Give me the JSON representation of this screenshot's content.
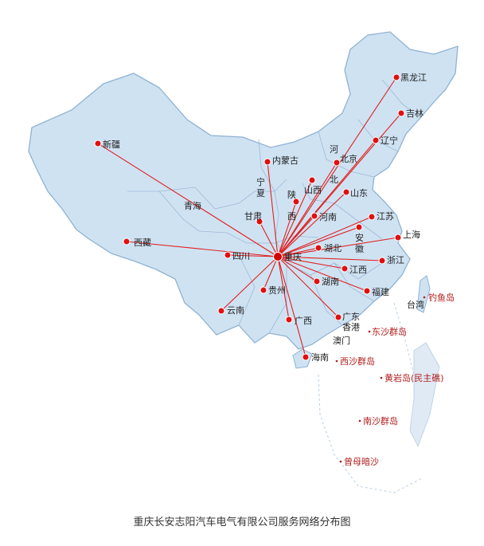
{
  "caption": "重庆长安志阳汽车电气有限公司服务网络分布图",
  "colors": {
    "land": "#cfe2f2",
    "border": "#8fb3d2",
    "line": "#e02020",
    "dot": "#e01010",
    "hub": "#d40000",
    "island_label": "#b21d1d"
  },
  "hub": {
    "name": "重庆",
    "label": "重庆"
  },
  "provinces": [
    {
      "id": "heilongjiang",
      "label": "黑龙江"
    },
    {
      "id": "jilin",
      "label": "吉林"
    },
    {
      "id": "liaoning",
      "label": "辽宁"
    },
    {
      "id": "beijing",
      "label": "北京"
    },
    {
      "id": "hebei",
      "label1": "河",
      "label2": "北"
    },
    {
      "id": "neimenggu",
      "label": "内蒙古"
    },
    {
      "id": "xinjiang",
      "label": "新疆"
    },
    {
      "id": "ningxia",
      "label1": "宁",
      "label2": "夏"
    },
    {
      "id": "shanxi",
      "label": "山西"
    },
    {
      "id": "shandong",
      "label": "山东"
    },
    {
      "id": "shaanxi",
      "label1": "陕",
      "label2": "西"
    },
    {
      "id": "qinghai",
      "label": "青海"
    },
    {
      "id": "gansu",
      "label": "甘肃"
    },
    {
      "id": "henan",
      "label": "河南"
    },
    {
      "id": "jiangsu",
      "label": "江苏"
    },
    {
      "id": "anhui",
      "label1": "安",
      "label2": "徽"
    },
    {
      "id": "shanghai",
      "label": "上海"
    },
    {
      "id": "xizang",
      "label": "西藏"
    },
    {
      "id": "sichuan",
      "label": "四川"
    },
    {
      "id": "hubei",
      "label": "湖北"
    },
    {
      "id": "zhejiang",
      "label": "浙江"
    },
    {
      "id": "jiangxi",
      "label": "江西"
    },
    {
      "id": "hunan",
      "label": "湖南"
    },
    {
      "id": "guizhou",
      "label": "贵州"
    },
    {
      "id": "fujian",
      "label": "福建"
    },
    {
      "id": "yunnan",
      "label": "云南"
    },
    {
      "id": "guangxi",
      "label": "广西"
    },
    {
      "id": "guangdong",
      "label": "广东"
    },
    {
      "id": "hainan",
      "label": "海南"
    }
  ],
  "other_labels": {
    "taiwan": "台湾",
    "hongkong": "香港",
    "macau": "澳门"
  },
  "islands": [
    {
      "id": "diaoyu",
      "label": "钓鱼岛"
    },
    {
      "id": "dongsha",
      "label": "东沙群岛"
    },
    {
      "id": "xisha",
      "label": "西沙群岛"
    },
    {
      "id": "huangyan",
      "label": "黄岩岛(民主礁)"
    },
    {
      "id": "nansha",
      "label": "南沙群岛"
    },
    {
      "id": "zengmu",
      "label": "曾母暗沙"
    }
  ]
}
